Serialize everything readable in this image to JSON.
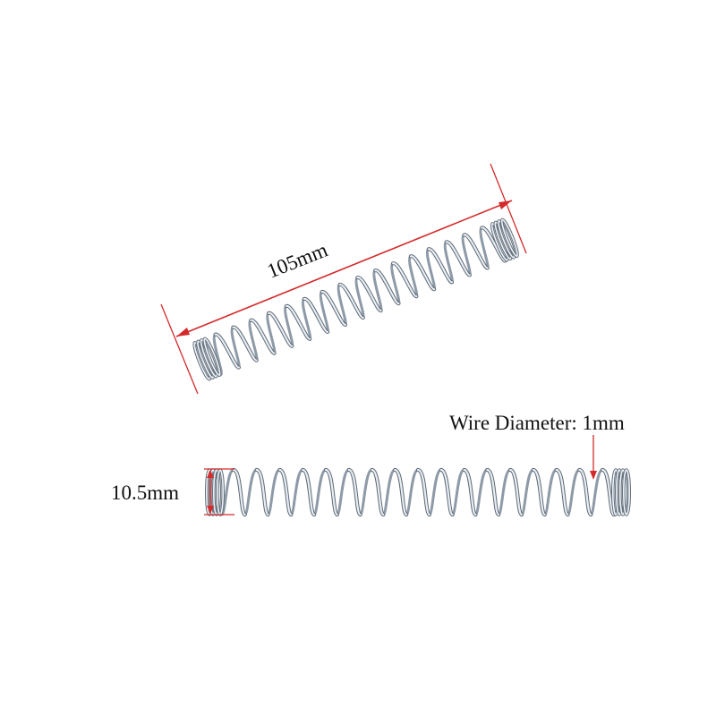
{
  "length_label": "105mm",
  "outer_diameter_label": "10.5mm",
  "wire_diameter_label": "Wire Diameter: 1mm",
  "colors": {
    "background": "#ffffff",
    "dimension_line": "#d42a2a",
    "spring_light": "#f2f6fa",
    "spring_dark": "#6f7c8a",
    "spring_mid": "#aab6c2",
    "text": "#111111"
  },
  "icons": [
    "compression-spring",
    "dimension-arrow"
  ]
}
